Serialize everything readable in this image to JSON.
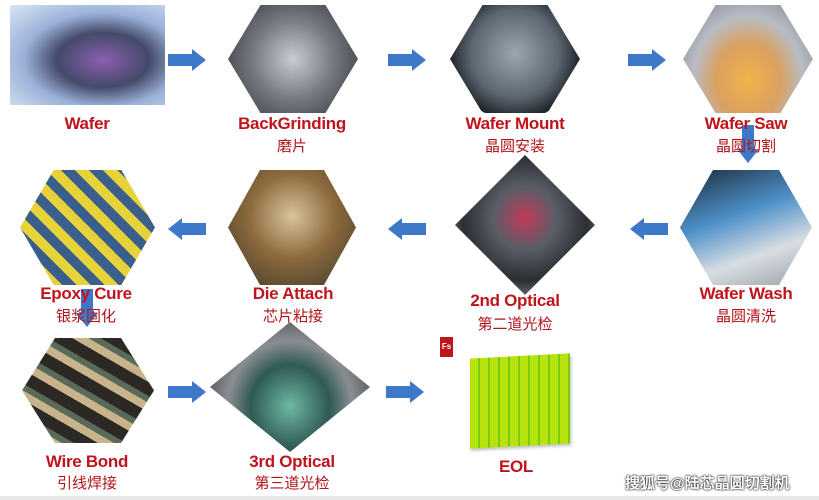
{
  "steps": [
    {
      "en": "Wafer",
      "cn": ""
    },
    {
      "en": "BackGrinding",
      "cn": "磨片"
    },
    {
      "en": "Wafer Mount",
      "cn": "晶圆安装"
    },
    {
      "en": "Wafer Saw",
      "cn": "晶圆切割"
    },
    {
      "en": "Wafer Wash",
      "cn": "晶圆清洗"
    },
    {
      "en": "2nd Optical",
      "cn": "第二道光检"
    },
    {
      "en": "Die Attach",
      "cn": "芯片粘接"
    },
    {
      "en": "Epoxy Cure",
      "cn": "银浆固化"
    },
    {
      "en": "Wire Bond",
      "cn": "引线焊接"
    },
    {
      "en": "3rd Optical",
      "cn": "第三道光检"
    },
    {
      "en": "EOL",
      "cn": ""
    }
  ],
  "logo": "Fs",
  "watermark": "搜狐号@陆芯晶圆切割机",
  "colors": {
    "label": "#c0141c",
    "arrow": "#3d78c9"
  }
}
